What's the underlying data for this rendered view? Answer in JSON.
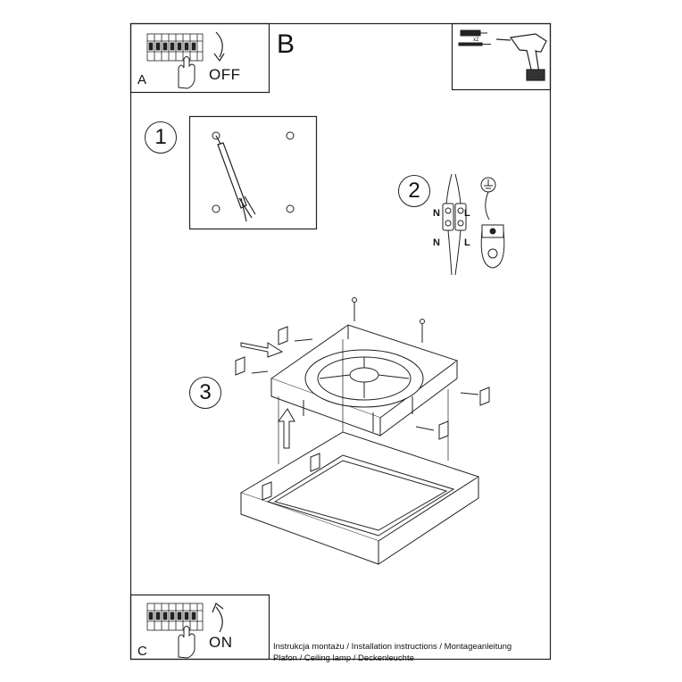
{
  "panels": {
    "a": {
      "letter": "A",
      "state": "OFF"
    },
    "b": {
      "letter": "B",
      "multiplier": "x2"
    },
    "c": {
      "letter": "C",
      "state": "ON"
    }
  },
  "steps": [
    {
      "number": "1"
    },
    {
      "number": "2"
    },
    {
      "number": "3"
    }
  ],
  "wiring": {
    "top_left": "N",
    "top_right": "L",
    "bottom_left": "N",
    "bottom_right": "L"
  },
  "caption": {
    "line1": "Instrukcja montażu / Installation instructions / Montageanleitung",
    "line2": "Plafon / Ceiling lamp / Deckenleuchte"
  },
  "colors": {
    "line": "#222222",
    "paper": "#ffffff"
  }
}
